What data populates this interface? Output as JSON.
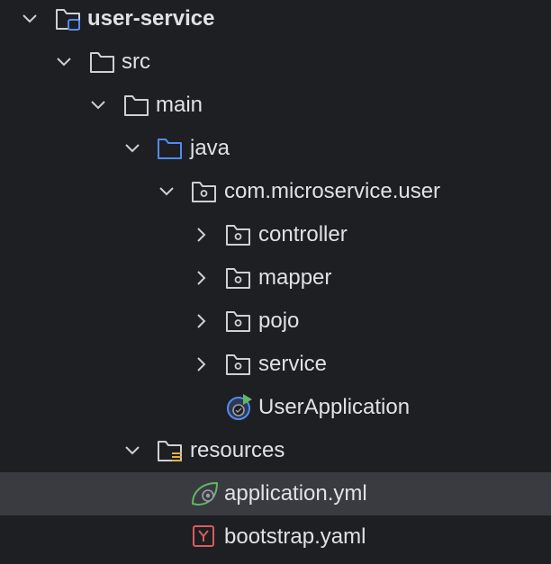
{
  "project_tree": {
    "root": {
      "label": "user-service",
      "icon": "module-folder-icon",
      "expanded": true
    },
    "src": {
      "label": "src",
      "icon": "folder-icon",
      "expanded": true
    },
    "main": {
      "label": "main",
      "icon": "folder-icon",
      "expanded": true
    },
    "java": {
      "label": "java",
      "icon": "source-root-folder-icon",
      "expanded": true
    },
    "package": {
      "label": "com.microservice.user",
      "icon": "package-icon",
      "expanded": true
    },
    "controller": {
      "label": "controller",
      "icon": "package-icon",
      "expanded": false
    },
    "mapper": {
      "label": "mapper",
      "icon": "package-icon",
      "expanded": false
    },
    "pojo": {
      "label": "pojo",
      "icon": "package-icon",
      "expanded": false
    },
    "service": {
      "label": "service",
      "icon": "package-icon",
      "expanded": false
    },
    "user_application": {
      "label": "UserApplication",
      "icon": "spring-boot-app-icon"
    },
    "resources": {
      "label": "resources",
      "icon": "resources-folder-icon",
      "expanded": true
    },
    "application_yml": {
      "label": "application.yml",
      "icon": "spring-config-icon",
      "selected": true
    },
    "bootstrap_yaml": {
      "label": "bootstrap.yaml",
      "icon": "yaml-file-icon"
    }
  },
  "colors": {
    "background": "#1e1f22",
    "selection": "#393b40",
    "text": "#dfe1e5",
    "icon_stroke": "#ced0d6",
    "source_folder": "#548af7",
    "spring_green": "#5fb865",
    "yaml_red": "#db5c5c"
  }
}
